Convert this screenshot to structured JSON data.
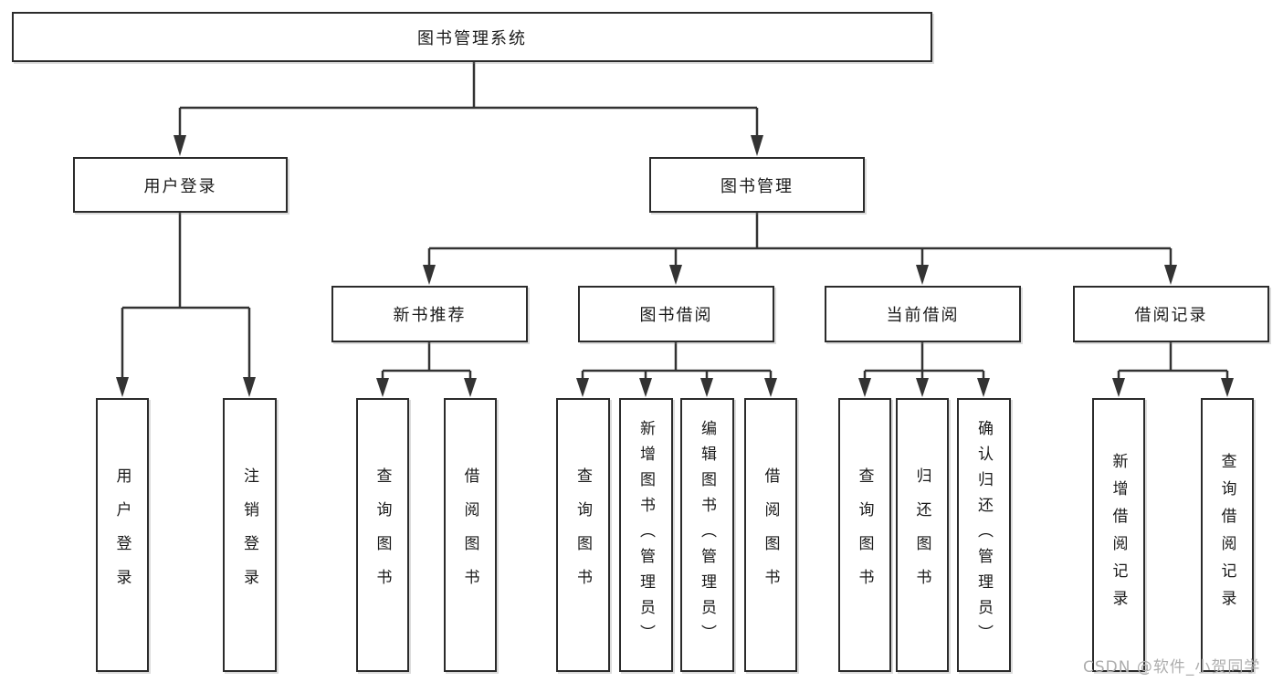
{
  "diagram": {
    "title": "图书管理系统",
    "root": {
      "label": "图书管理系统"
    },
    "branches": [
      {
        "label": "用户登录",
        "leaves": [
          "用户登录",
          "注销登录"
        ]
      },
      {
        "label": "图书管理",
        "children": [
          {
            "label": "新书推荐",
            "leaves": [
              "查询图书",
              "借阅图书"
            ]
          },
          {
            "label": "图书借阅",
            "leaves": [
              "查询图书",
              "新增图书（管理员）",
              "编辑图书（管理员）",
              "借阅图书"
            ]
          },
          {
            "label": "当前借阅",
            "leaves": [
              "查询图书",
              "归还图书",
              "确认归还（管理员）"
            ]
          },
          {
            "label": "借阅记录",
            "leaves": [
              "新增借阅记录",
              "查询借阅记录"
            ]
          }
        ]
      }
    ]
  },
  "watermark": "CSDN @软件_小贺同学",
  "colors": {
    "background": "#ffffff",
    "line": "#333333",
    "box_border": "#2b2b2b",
    "text": "#1a1a1a",
    "watermark": "#adadad"
  }
}
